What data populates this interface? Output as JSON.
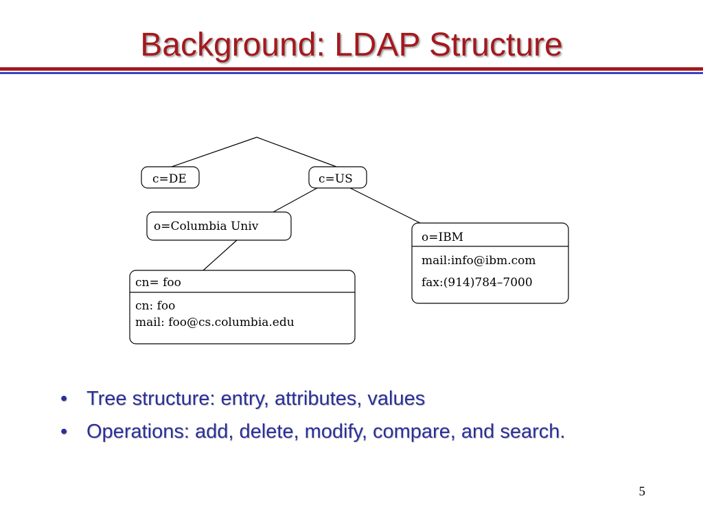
{
  "slide": {
    "title": "Background: LDAP Structure",
    "page_number": "5"
  },
  "colors": {
    "title": "#a3191e",
    "rule_red": "#a3191e",
    "rule_blue": "#3a3ec8",
    "bullet_text": "#2b2f98"
  },
  "diagram": {
    "nodes": {
      "c_de": "c=DE",
      "c_us": "c=US",
      "o_columbia": "o=Columbia Univ",
      "cn_foo": {
        "header": "cn= foo",
        "attributes": [
          "cn: foo",
          "mail: foo@cs.columbia.edu"
        ]
      },
      "o_ibm": {
        "header": "o=IBM",
        "attributes": [
          "mail:info@ibm.com",
          "fax:(914)784–7000"
        ]
      }
    }
  },
  "bullets": [
    {
      "marker": "•",
      "text": "Tree structure: entry, attributes, values"
    },
    {
      "marker": "•",
      "text": "Operations: add, delete, modify, compare, and search."
    }
  ]
}
